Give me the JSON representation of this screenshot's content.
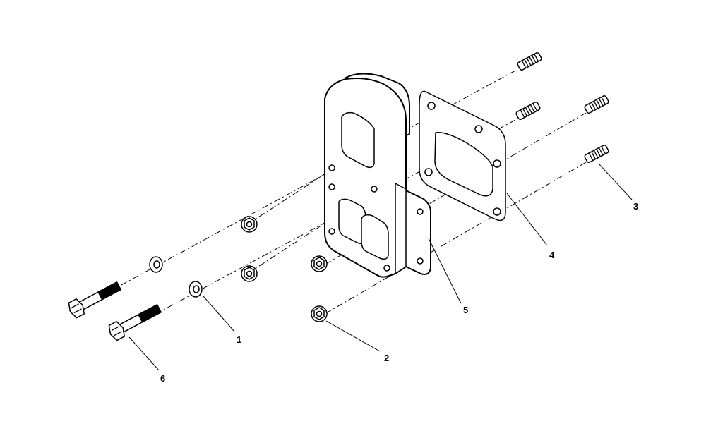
{
  "diagram": {
    "callouts": [
      {
        "id": "1",
        "label": "1"
      },
      {
        "id": "2",
        "label": "2"
      },
      {
        "id": "3",
        "label": "3"
      },
      {
        "id": "4",
        "label": "4"
      },
      {
        "id": "5",
        "label": "5"
      },
      {
        "id": "6",
        "label": "6"
      }
    ],
    "parts": [
      {
        "ref": "1",
        "name": "washer"
      },
      {
        "ref": "2",
        "name": "flange-nut"
      },
      {
        "ref": "3",
        "name": "stud"
      },
      {
        "ref": "4",
        "name": "gasket"
      },
      {
        "ref": "5",
        "name": "adapter-plate"
      },
      {
        "ref": "6",
        "name": "hex-bolt"
      }
    ]
  }
}
